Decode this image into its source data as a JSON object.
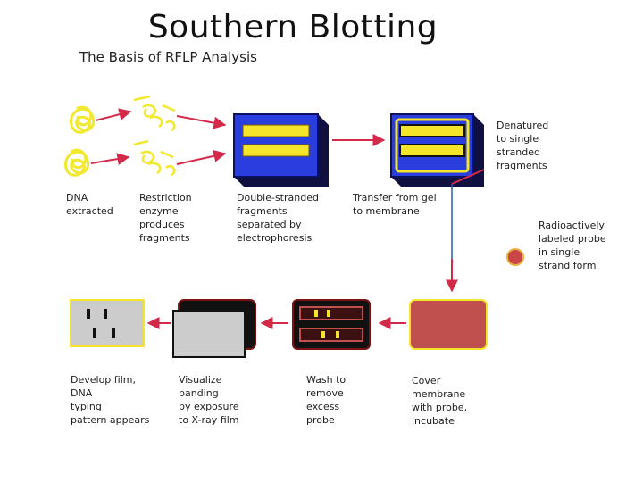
{
  "title": "Southern Blotting",
  "subtitle": "The Basis of RFLP Analysis",
  "steps": {
    "dna_extracted": "DNA\nextracted",
    "restriction_enzyme": "Restriction\nenzyme\nproduces\nfragments",
    "electrophoresis": "Double-stranded\nfragments\nseparated by\nelectrophoresis",
    "transfer": "Transfer from gel\nto membrane",
    "denatured": "Denatured\nto single\nstranded\nfragments",
    "probe": "Radioactively\nlabeled probe\nin single\nstrand form",
    "cover_membrane": "Cover\nmembrane\nwith probe,\nincubate",
    "wash": "Wash to\nremove\nexcess\nprobe",
    "visualize": "Visualize\nbanding\nby exposure\nto X-ray film",
    "develop": "Develop film,\nDNA\ntyping\npattern appears"
  },
  "colors": {
    "arrow": "#d42a4a",
    "dna": "#f2e830",
    "gel_blue": "#2a3ee0",
    "band_yellow": "#f4e42a",
    "membrane": "#c0504d",
    "film_gray": "#cccccc",
    "frame_maroon": "#7a1414",
    "probe": "#c84646",
    "probe_line": "#2a5ab8"
  }
}
